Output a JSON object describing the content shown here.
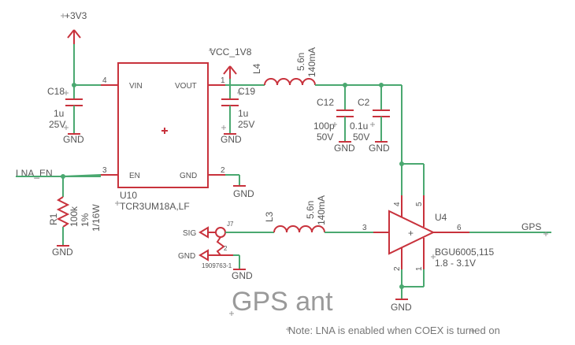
{
  "title": "GPS ant",
  "note": "Note: LNA is enabled when COEX is turned on",
  "nets": {
    "v3v3": "+3V3",
    "vcc1v8": "VCC_1V8",
    "lna_en": "LNA_EN",
    "gps": "GPS",
    "sig": "SIG",
    "gnd": "GND"
  },
  "regulator": {
    "ref": "U10",
    "value": "TCR3UM18A,LF",
    "pin_vin": "VIN",
    "pin_vout": "VOUT",
    "pin_en": "EN",
    "pin_gnd": "GND",
    "pin_num_vin": "4",
    "pin_num_vout": "1",
    "pin_num_en": "3",
    "pin_num_gnd": "2"
  },
  "c18": {
    "ref": "C18",
    "value": "1u",
    "voltage": "25V"
  },
  "c19": {
    "ref": "C19",
    "value": "1u",
    "voltage": "25V"
  },
  "c12": {
    "ref": "C12",
    "value": "100p",
    "voltage": "50V"
  },
  "c2": {
    "ref": "C2",
    "value": "0.1u",
    "voltage": "50V"
  },
  "l4": {
    "ref": "L4",
    "value": "5.6n",
    "current": "140mA"
  },
  "l3": {
    "ref": "L3",
    "value": "5.6n",
    "current": "140mA"
  },
  "r1": {
    "ref": "R1",
    "value": "100k",
    "tolerance": "1%",
    "power": "1/16W"
  },
  "j7": {
    "ref": "J7",
    "pin2": "2",
    "part": "1909763-1"
  },
  "lna": {
    "ref": "U4",
    "value": "BGU6005,115",
    "range": "1.8 - 3.1V",
    "pin_in": "3",
    "pin_out": "6",
    "pin_top_a": "4",
    "pin_top_b": "5",
    "pin_bot_a": "2",
    "pin_bot_b": "1",
    "plus": "+"
  }
}
